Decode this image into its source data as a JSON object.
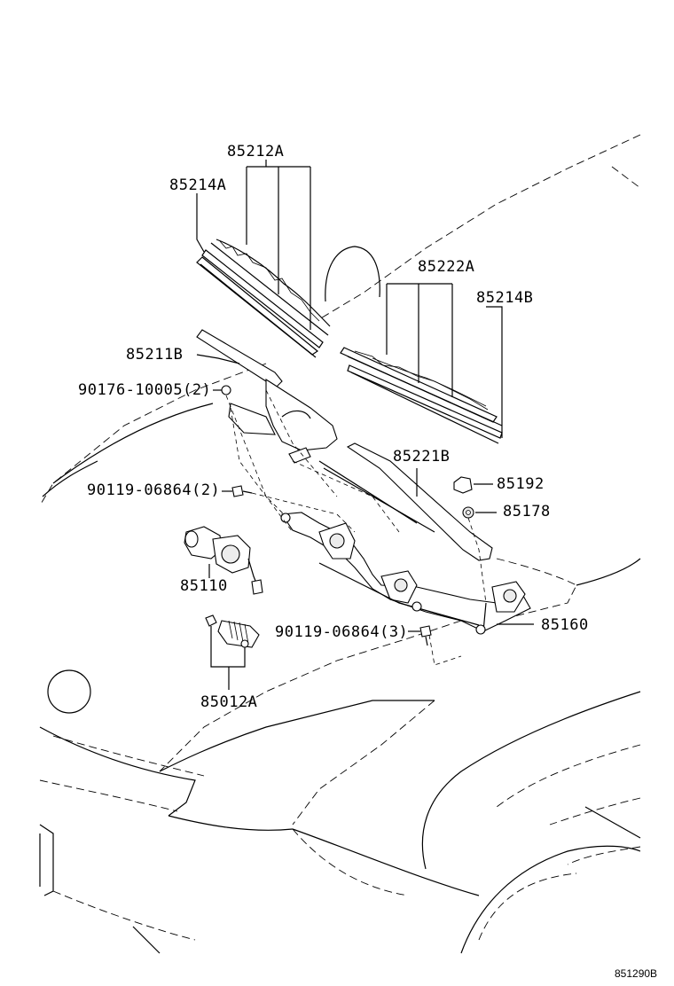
{
  "labels": {
    "p85212A": "85212A",
    "p85214A": "85214A",
    "p85222A": "85222A",
    "p85214B": "85214B",
    "p85211B": "85211B",
    "p90176": "90176-10005(2)",
    "p85221B": "85221B",
    "p85192": "85192",
    "p90119a": "90119-06864(2)",
    "p85178": "85178",
    "p85110": "85110",
    "p85160": "85160",
    "p90119b": "90119-06864(3)",
    "p85012A": "85012A"
  },
  "figure_id": "851290B"
}
